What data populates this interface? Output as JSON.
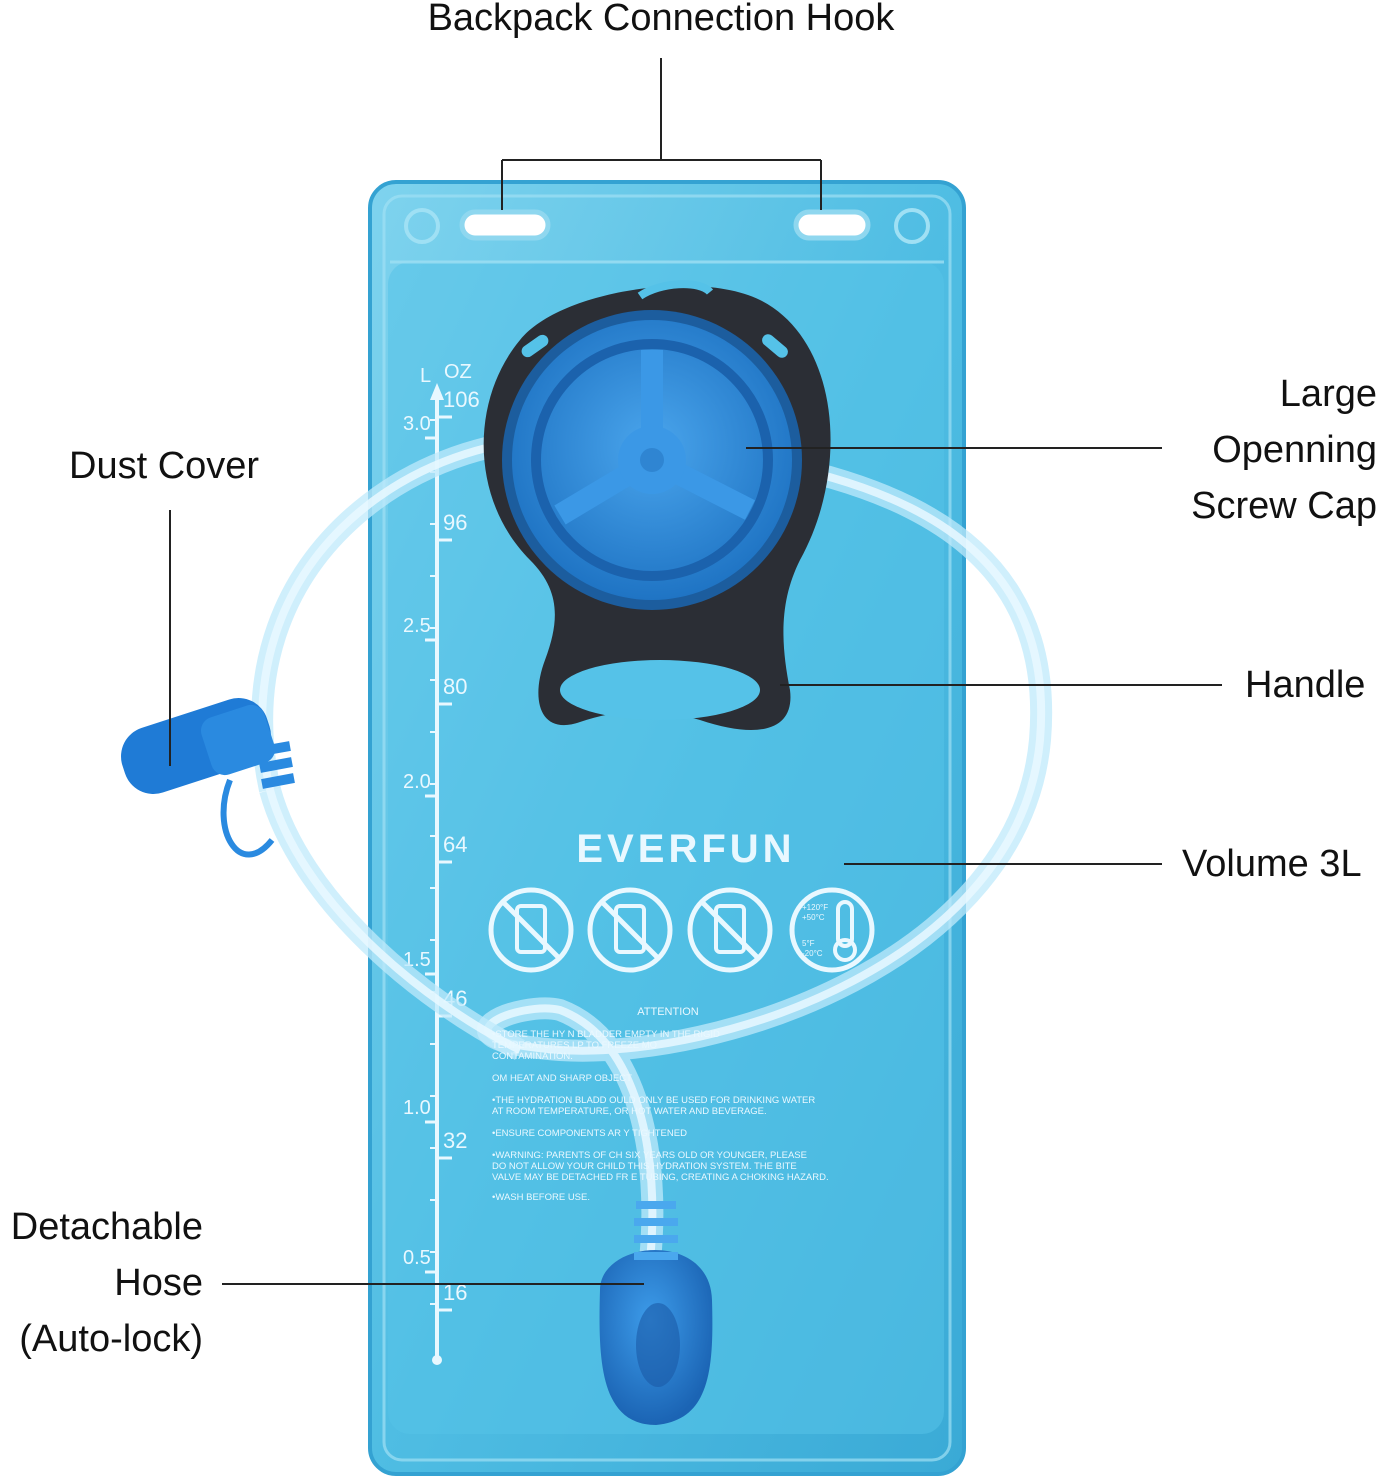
{
  "colors": {
    "bladder": "#5fc4e6",
    "bladder_edge": "#3aaad6",
    "cap_blue": "#2f8fdc",
    "handle_black": "#2a2d33",
    "callout_line": "#222222",
    "label_text": "#111111"
  },
  "callouts": {
    "hook": "Backpack Connection Hook",
    "dust_cover": "Dust Cover",
    "screw_cap": [
      "Large",
      "Openning",
      "Screw Cap"
    ],
    "handle": "Handle",
    "volume": "Volume 3L",
    "hose": [
      "Detachable",
      "Hose",
      "(Auto-lock)"
    ]
  },
  "product": {
    "brand": "EVERFUN",
    "scale_units": [
      "L",
      "OZ"
    ],
    "liters": [
      "3.0",
      "2.5",
      "2.0",
      "1.5",
      "1.0",
      "0.5"
    ],
    "ounces": [
      "106",
      "96",
      "80",
      "64",
      "46",
      "32",
      "16"
    ],
    "icon_names": [
      "no-juice-icon",
      "no-alcohol-icon",
      "no-milk-icon",
      "temperature-range-icon"
    ],
    "temperature_marks": [
      "+120°F",
      "+50°C",
      "5°F",
      "-20°C"
    ],
    "attention_title": "ATTENTION",
    "attention_lines": [
      "•STORE THE HY   N BLADDER EMPTY IN THE         RIGID",
      "TEMPERATURES      LP TO FREEZE MO",
      "CONTAMINATION.",
      "                              OM HEAT AND SHARP OBJECT",
      "•THE HYDRATION BLADD    OULD ONLY BE USED FOR DRINKING WATER",
      "AT ROOM TEMPERATURE,      OR HOT WATER AND BEVERAGE.",
      "•ENSURE COMPONENTS AR      Y TIGHTENED",
      "•WARNING: PARENTS OF CH     SIX YEARS OLD OR YOUNGER, PLEASE",
      "DO NOT ALLOW YOUR CHILD      THIS HYDRATION SYSTEM. THE BITE",
      "VALVE MAY BE DETACHED FR      E TUBING, CREATING A CHOKING HAZARD.",
      "•WASH BEFORE USE."
    ]
  }
}
